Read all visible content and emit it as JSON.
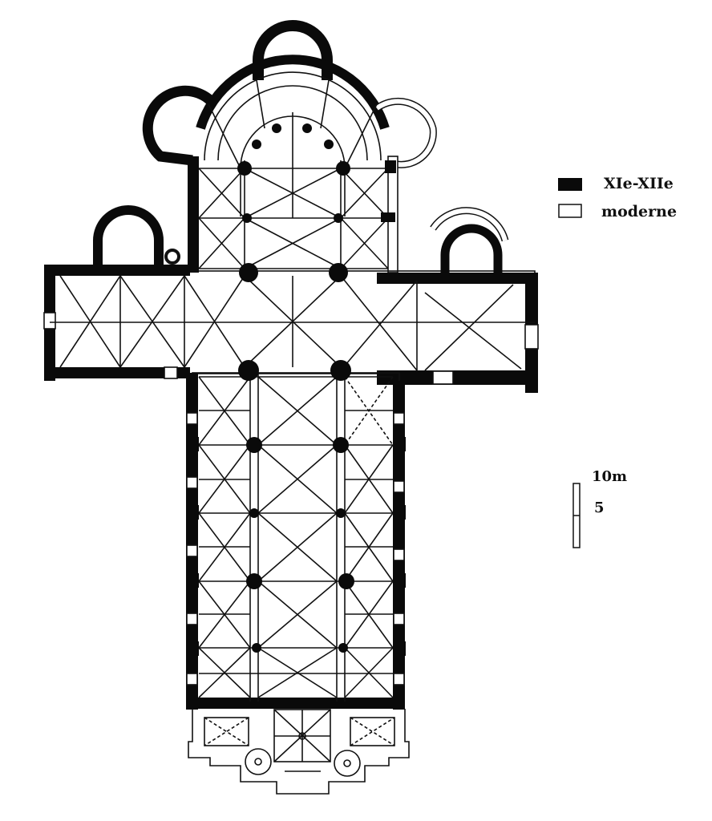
{
  "legend": {
    "items": [
      {
        "label": "XIe-XIIe",
        "fill": "#0a0a0a"
      },
      {
        "label": "moderne",
        "fill": "#ffffff"
      }
    ]
  },
  "scale_bar": {
    "top_label": "10m",
    "mid_label": "5"
  },
  "colors": {
    "wall": "#0a0a0a",
    "line": "#111111",
    "background": "#ffffff"
  }
}
